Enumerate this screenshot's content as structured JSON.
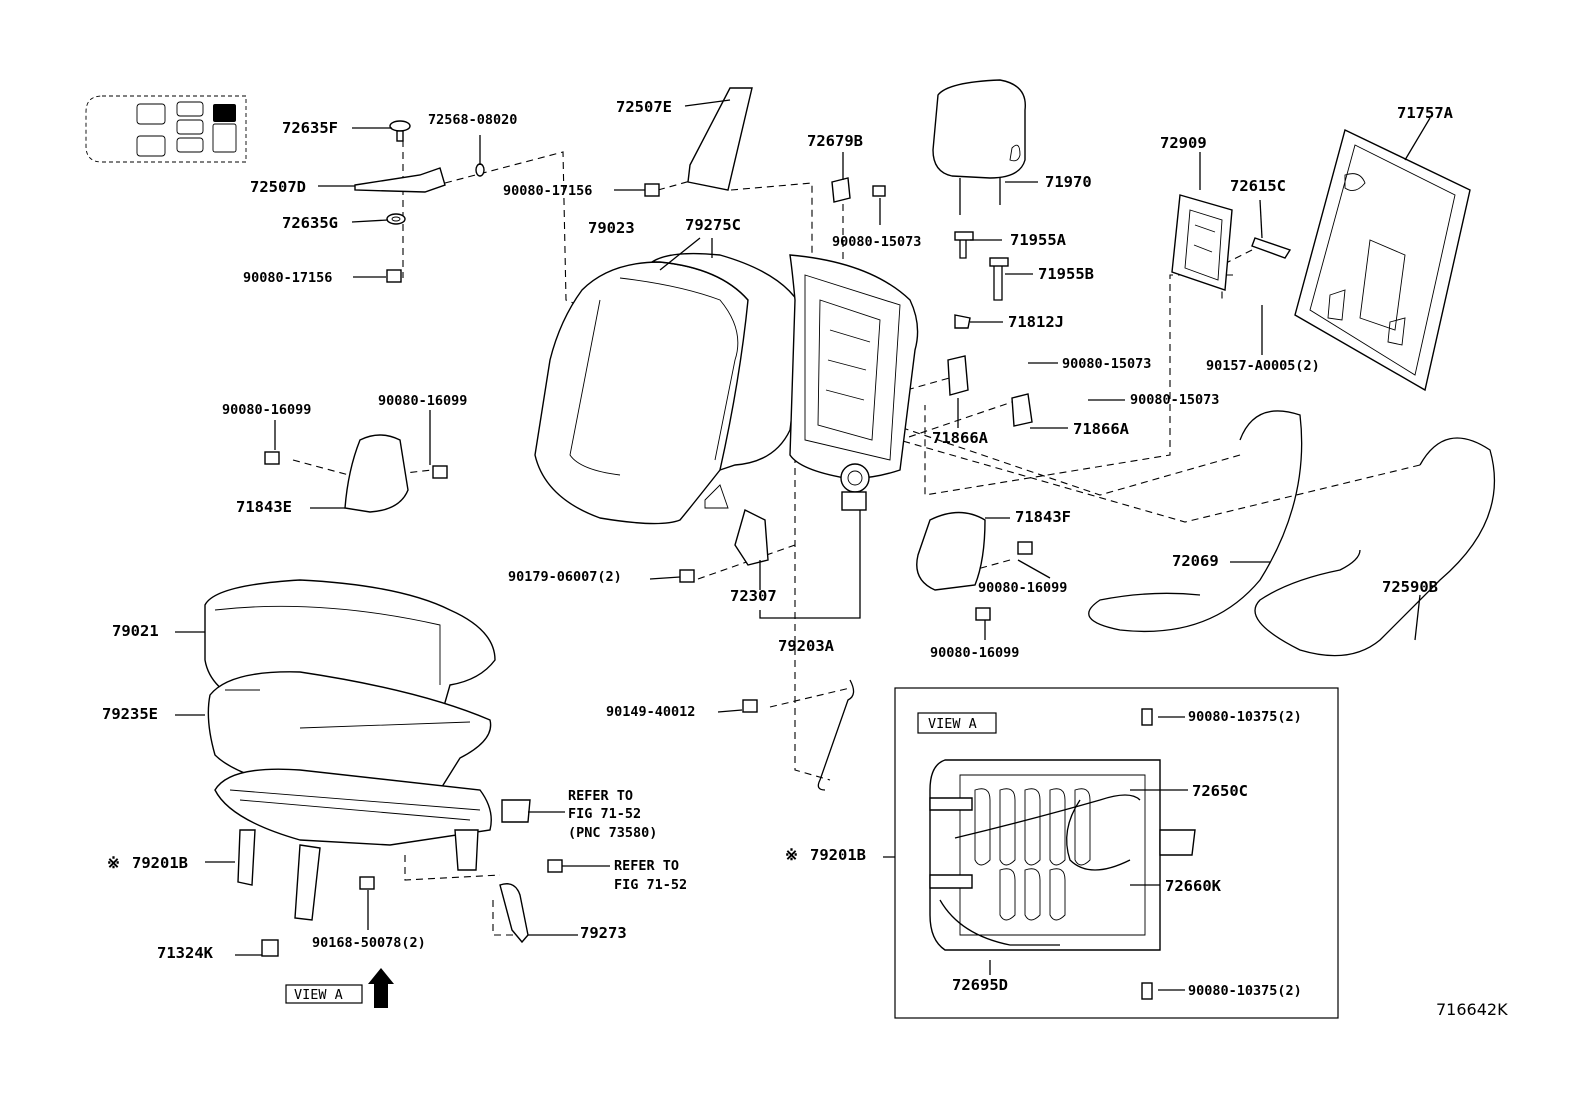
{
  "diagram": {
    "figure_id": "716642K",
    "view_a_label": "VIEW A",
    "refer_1": [
      "REFER TO",
      "FIG 71-52",
      "(PNC 73580)"
    ],
    "refer_2": [
      "REFER TO",
      "FIG 71-52"
    ],
    "note_mark": "※",
    "parts": {
      "p72635F": "72635F",
      "p72568": "72568-08020",
      "p72507D": "72507D",
      "p72635G": "72635G",
      "p90080_17156a": "90080-17156",
      "p72507E": "72507E",
      "p90080_17156b": "90080-17156",
      "p72679B": "72679B",
      "p90080_15073a": "90080-15073",
      "p79023": "79023",
      "p79275C": "79275C",
      "p71970": "71970",
      "p71955A": "71955A",
      "p71955B": "71955B",
      "p71812J": "71812J",
      "p90080_15073b": "90080-15073",
      "p90080_15073c": "90080-15073",
      "p71866A_1": "71866A",
      "p71866A_2": "71866A",
      "p72909": "72909",
      "p72615C": "72615C",
      "p71757A": "71757A",
      "p90157": "90157-A0005(2)",
      "p90080_16099a": "90080-16099",
      "p90080_16099b": "90080-16099",
      "p71843E": "71843E",
      "p90179": "90179-06007(2)",
      "p72307": "72307",
      "p79203A": "79203A",
      "p71843F": "71843F",
      "p90080_16099c": "90080-16099",
      "p90080_16099d": "90080-16099",
      "p72069": "72069",
      "p72590B": "72590B",
      "p79021": "79021",
      "p79235E": "79235E",
      "p90149": "90149-40012",
      "p79201B_1": "79201B",
      "p90168": "90168-50078(2)",
      "p79273": "79273",
      "p71324K": "71324K",
      "p79201B_2": "79201B",
      "p90080_10375a": "90080-10375(2)",
      "p72650C": "72650C",
      "p72660K": "72660K",
      "p72695D": "72695D",
      "p90080_10375b": "90080-10375(2)"
    }
  }
}
